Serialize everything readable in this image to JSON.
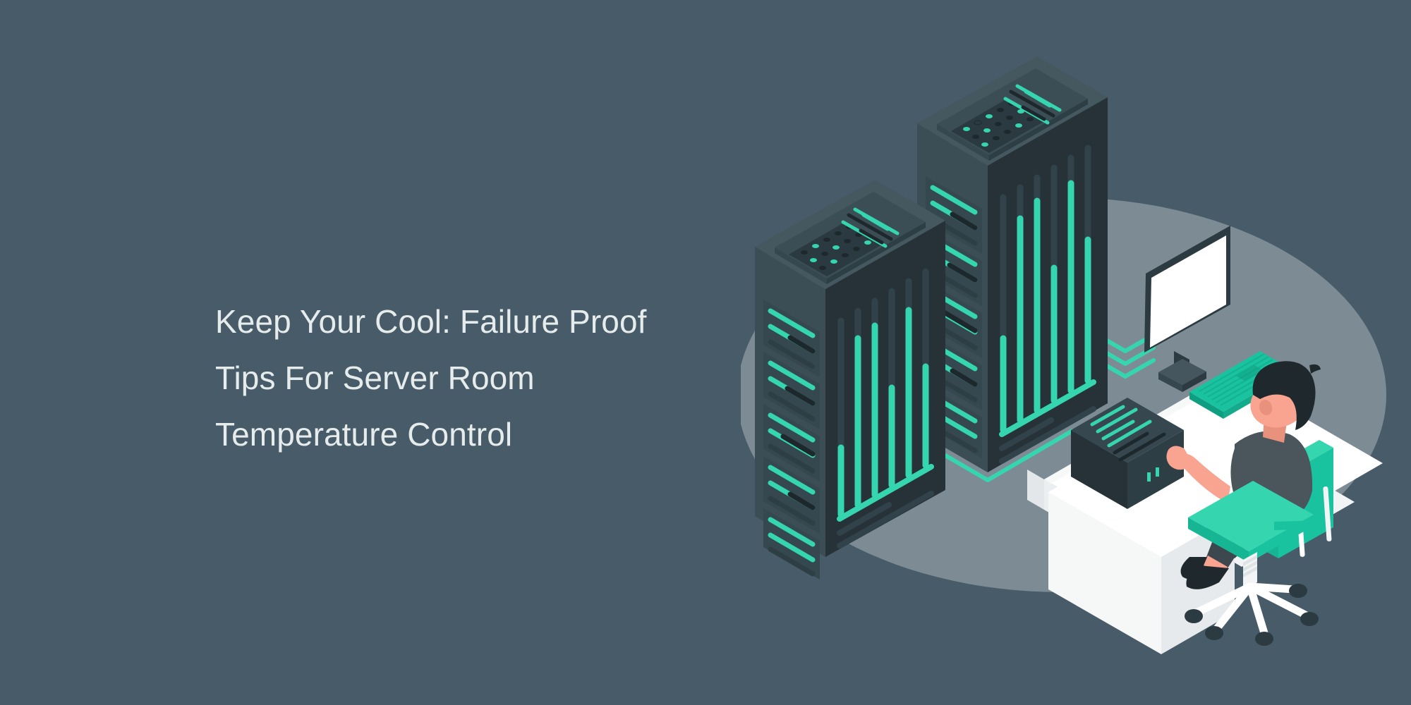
{
  "banner": {
    "background_color": "#475b68",
    "headline": "Keep Your Cool: Failure Proof\nTips For Server Room\nTemperature Control",
    "headline_lines": [
      "Keep Your Cool: Failure Proof",
      "Tips For Server Room",
      "Temperature Control"
    ],
    "headline_color": "#e6ecec"
  },
  "illustration": {
    "name": "isometric-server-room-illustration",
    "description": "Isometric server room with two tall server racks connected by teal cables to a white desk where a person sits on a teal office chair using a monitor and keyboard.",
    "colors": {
      "background": "#475b68",
      "floor_ellipse": "#7d8c94",
      "rack_dark": "#263238",
      "rack_front": "#3b4d55",
      "rack_top": "#45585f",
      "rack_side": "#2e3e45",
      "accent_teal": "#35d6af",
      "accent_teal_dark": "#1fc49c",
      "desk_white": "#ffffff",
      "desk_shade": "#eceff0",
      "chair_teal": "#19c3a0",
      "chair_teal_light": "#35d6af",
      "skin": "#f8a491",
      "shirt": "#4a555c",
      "pants": "#3d474e",
      "hair": "#1f282d",
      "screen_white": "#ffffff",
      "keyboard_teal": "#19c3a0",
      "mat_white": "#f1f3f4"
    },
    "elements": [
      {
        "name": "floor-ellipse",
        "label": "Floor ellipse"
      },
      {
        "name": "server-rack-back",
        "label": "Back server rack"
      },
      {
        "name": "server-rack-front",
        "label": "Front server rack"
      },
      {
        "name": "network-cables",
        "label": "Teal network cables",
        "count": 3
      },
      {
        "name": "desk",
        "label": "White office desk"
      },
      {
        "name": "monitor",
        "label": "Computer monitor"
      },
      {
        "name": "keyboard",
        "label": "Teal keyboard"
      },
      {
        "name": "desktop-server-box",
        "label": "Small server box on desk"
      },
      {
        "name": "office-chair",
        "label": "Teal office chair"
      },
      {
        "name": "person",
        "label": "Seated person working"
      },
      {
        "name": "floor-mat",
        "label": "Chair floor mat"
      }
    ],
    "rack_back": {
      "label": "Back server rack",
      "led_rows": 6,
      "led_dot_rows": 3,
      "led_dot_cols": 5,
      "vertical_bars": 6
    },
    "rack_front": {
      "label": "Front server rack",
      "led_rows": 6,
      "led_dot_rows": 3,
      "led_dot_cols": 5,
      "vertical_bars": 6
    }
  }
}
